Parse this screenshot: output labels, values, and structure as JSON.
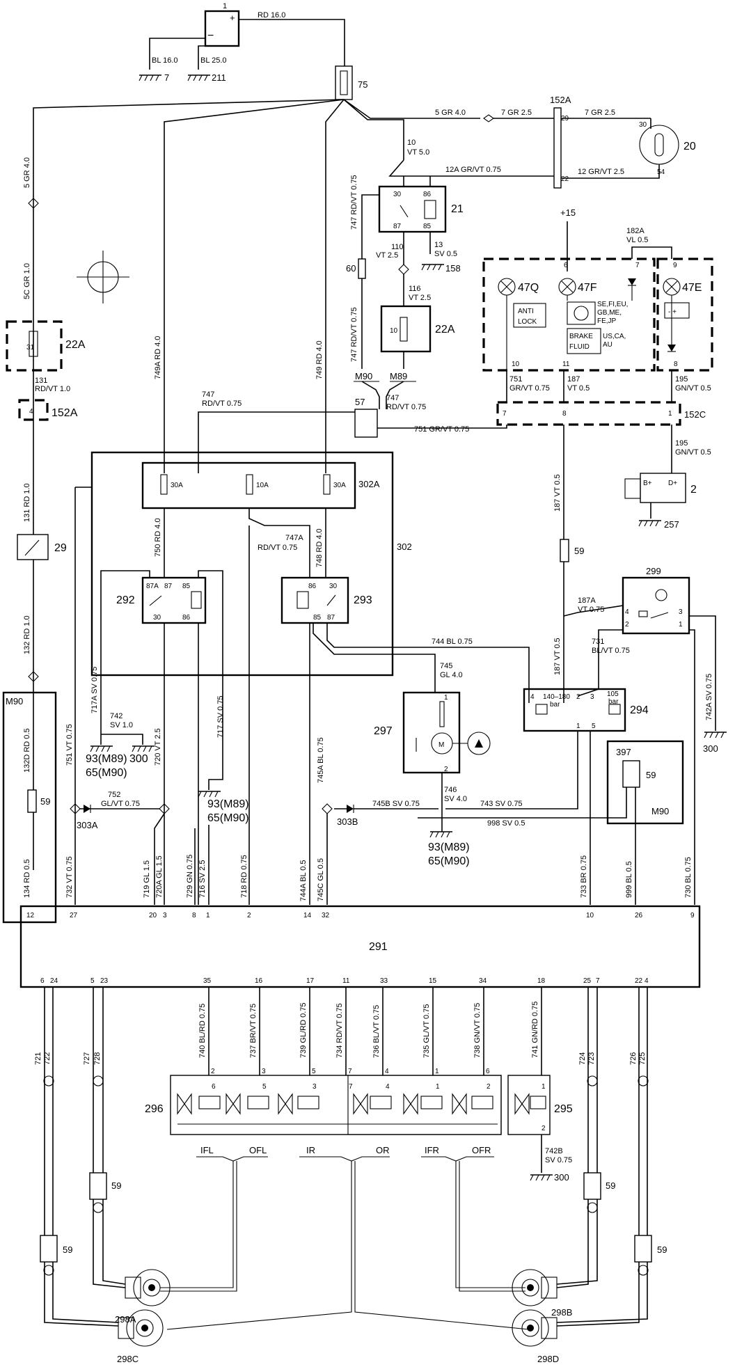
{
  "components": {
    "battery": "1",
    "main_fuse": "75",
    "connector_152a": "152A",
    "connector_152c": "152C",
    "ignition": "20",
    "relay": "21",
    "fuse_22a_top": "22A",
    "fuse_22a_side": "22A",
    "fuse_box": "302A",
    "relay_box": "302",
    "relay_292": "292",
    "relay_293": "293",
    "pump_motor": "297",
    "control_unit": "291",
    "valve_block": "296",
    "valve_295": "295",
    "pressure_switch": "294",
    "switch_299": "299",
    "connector_397": "397",
    "connector_57": "57",
    "alternator": "2",
    "switch_29": "29",
    "c59_a": "59",
    "c59_b": "59",
    "c59_c": "59",
    "c59_d": "59",
    "c59_e": "59",
    "c59_f": "59",
    "c59_g": "59",
    "c60": "60",
    "splice_303a": "303A",
    "splice_303b": "303B",
    "sensor_298a": "298A",
    "sensor_298b": "298B",
    "sensor_298c": "298C",
    "sensor_298d": "298D",
    "lamp_47q": "47Q",
    "lamp_47f": "47F",
    "lamp_47e": "47E"
  },
  "grounds": {
    "g7": "7",
    "g211": "211",
    "g158": "158",
    "g257": "257",
    "g300a": "300",
    "g300b": "300",
    "g300c": "300",
    "g93a": "93(M89)",
    "g65a": "65(M90)",
    "g93b": "93(M89)",
    "g65b": "65(M90)",
    "g93c": "93(M89)",
    "g65c": "65(M90)"
  },
  "wire_labels": {
    "rd16": "RD 16.0",
    "bl16": "BL 16.0",
    "bl25": "BL 25.0",
    "gr4": "5 GR 4.0",
    "gr25a": "7 GR 2.5",
    "gr25b": "7 GR 2.5",
    "vt10": "10",
    "vt50": "VT 5.0",
    "grvt12a": "12A GR/VT 0.75",
    "grvt12": "12 GR/VT 2.5",
    "vt110": "110",
    "vt25a": "VT 2.5",
    "vt116": "116",
    "vt25b": "VT 2.5",
    "sv13": "13",
    "sv05": "SV 0.5",
    "w747top": "747 RD/VT 0.75",
    "w747b": "747 RD/VT 0.75",
    "w749a": "749A RD 4.0",
    "w749": "749 RD 4.0",
    "w5cgr": "5C GR 1.0",
    "w5gr": "5 GR 4.0",
    "w131": "131",
    "w131b": "RD/VT 1.0",
    "w131rd": "131 RD 1.0",
    "w132": "132 RD 1.0",
    "w132d": "132D RD 0.5",
    "w134": "134 RD 0.5",
    "w747c": "747",
    "w747d": "RD/VT 0.75",
    "w747e": "747",
    "w747f": "RD/VT 0.75",
    "w751top": "751",
    "w751b": "GR/VT 0.75",
    "w751mid": "751 GR/VT 0.75",
    "w187": "187",
    "w187b": "VT 0.5",
    "w195": "195",
    "w195b": "GN/VT 0.5",
    "w195c": "195",
    "w195d": "GN/VT 0.5",
    "w182a": "182A",
    "w182b": "VL 0.5",
    "plus15": "+15",
    "w750": "750 RD 4.0",
    "w747a": "747A",
    "w747ab": "RD/VT 0.75",
    "w748": "748 RD 4.0",
    "w187vt": "187 VT 0.5",
    "w187vt2": "187 VT 0.5",
    "w187a": "187A",
    "w187ab": "VT 0.75",
    "w744": "744 BL 0.75",
    "w745": "745",
    "w745b": "GL 4.0",
    "w746": "746",
    "w746b": "SV 4.0",
    "w731": "731",
    "w731b": "BL/VT 0.75",
    "w742a": "742A SV 0.75",
    "w717a": "717A SV 0.75",
    "w742": "742",
    "w742b": "SV 1.0",
    "w717": "717 SV 0.75",
    "w720": "720 VT 2.5",
    "w751vt": "751 VT 0.75",
    "w752": "752",
    "w752b": "GL/VT 0.75",
    "w745a": "745A BL 0.75",
    "w745bsv": "745B SV 0.75",
    "w743": "743 SV 0.75",
    "w998": "998 SV 0.5",
    "w732": "732 VT 0.75",
    "w719": "719 GL 1.5",
    "w720a": "720A GL 1.5",
    "w729": "729 GN 0.75",
    "w716": "716 SV 2.5",
    "w718": "718 RD 0.75",
    "w744a": "744A BL 0.5",
    "w745c": "745C GL 0.5",
    "w733": "733 BR 0.75",
    "w999": "999 BL 0.5",
    "w730": "730 BL 0.75",
    "w740": "740 BL/RD 0.75",
    "w737": "737 BR/VT 0.75",
    "w739": "739 GL/RD 0.75",
    "w734": "734 RD/VT 0.75",
    "w736": "736 BL/VT 0.75",
    "w735": "735 GL/VT 0.75",
    "w738": "738 GN/VT 0.75",
    "w741": "741 GN/RD 0.75",
    "w742b2": "742B",
    "w742b3": "SV 0.75",
    "w721": "721",
    "w722": "722",
    "w727": "727",
    "w728": "728",
    "w724": "724",
    "w723": "723",
    "w726": "726",
    "w725": "725"
  },
  "pins": {
    "p12": "12",
    "p27": "27",
    "p20": "20",
    "p3": "3",
    "p8": "8",
    "p1": "1",
    "p2": "2",
    "p14": "14",
    "p32": "32",
    "p10": "10",
    "p26": "26",
    "p9": "9",
    "p6": "6",
    "p24": "24",
    "p5": "5",
    "p23": "23",
    "p35": "35",
    "p16": "16",
    "p17": "17",
    "p11": "11",
    "p33": "33",
    "p15": "15",
    "p34": "34",
    "p18": "18",
    "p25": "25",
    "p7": "7",
    "p22": "22",
    "p4": "4",
    "b29": "29",
    "b22": "22",
    "b30": "30",
    "b54": "54",
    "r30": "30",
    "r86": "86",
    "r87": "87",
    "r85": "85",
    "f31": "31",
    "f10": "10",
    "f4": "4",
    "fb30a": "30A",
    "fb10a": "10A",
    "fb30b": "30A",
    "k87a": "87A",
    "k87": "87",
    "k85": "85",
    "k30": "30",
    "k86": "86",
    "m86": "86",
    "m30": "30",
    "m85": "85",
    "m87": "87",
    "alt_b": "B+",
    "alt_d": "D+",
    "ps4": "4",
    "ps140": "140–180",
    "ps_bar": "bar",
    "ps2": "2",
    "ps3": "3",
    "ps105": "105",
    "ps_bar2": "bar",
    "ps1": "1",
    "ps5": "5",
    "sw4": "4",
    "sw3": "3",
    "sw2": "2",
    "sw1": "1",
    "mot1": "1",
    "mot2": "2",
    "mot_m": "M",
    "v6": "6",
    "v5": "5",
    "v3": "3",
    "v7": "7",
    "v4": "4",
    "v1": "1",
    "v2": "2",
    "vb2": "2",
    "vb3": "3",
    "vb5": "5",
    "vb7": "7",
    "vb4": "4",
    "vb1": "1",
    "vb6": "6",
    "v295a": "1",
    "v295b": "2",
    "c7": "7",
    "c8": "8",
    "c1": "1",
    "l6": "6",
    "l7": "7",
    "l9": "9",
    "l10": "10",
    "l11": "11",
    "l8": "8"
  },
  "labels": {
    "anti_lock": [
      "ANTI",
      "LOCK"
    ],
    "brake_fluid": [
      "BRAKE",
      "FLUID"
    ],
    "markets1": [
      "SE,FI,EU,",
      "GB,ME,",
      "FE,JP"
    ],
    "markets2": [
      "US,CA,",
      "AU"
    ],
    "m90_a": "M90",
    "m89": "M89",
    "m90_b": "M90",
    "m90_c": "M90",
    "ifl": "IFL",
    "ofl": "OFL",
    "ir": "IR",
    "or": "OR",
    "ifr": "IFR",
    "ofr": "OFR"
  }
}
